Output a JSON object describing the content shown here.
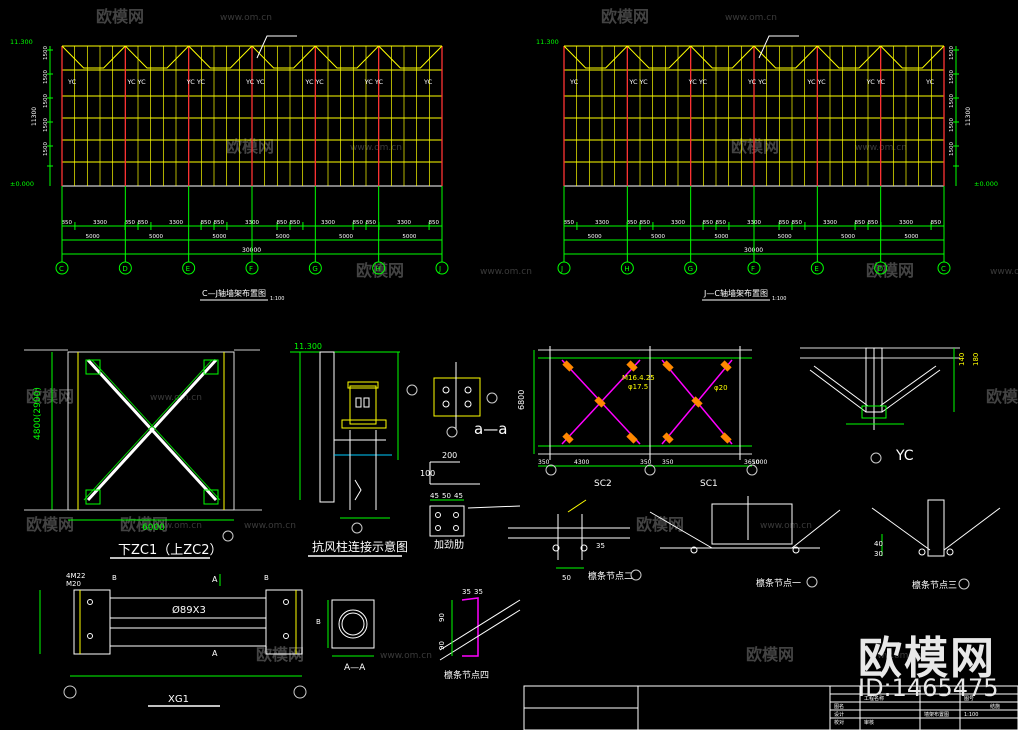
{
  "watermark": {
    "brand": "欧模网",
    "url": "www.om.cn",
    "id": "ID:1465475"
  },
  "top_left": {
    "elev_top": "11.300",
    "elev_bottom": "±0.000",
    "yc_labels": [
      "YC",
      "YC YC",
      "YC YC",
      "YC YC",
      "YC YC",
      "YC YC",
      "YC"
    ],
    "left_dims": [
      "1500",
      "1500",
      "1500",
      "1500",
      "1500"
    ],
    "overall_dim": "11300",
    "spans": [
      "850",
      "3300",
      "850",
      "850",
      "3300",
      "850",
      "850",
      "3300",
      "850",
      "850",
      "3300",
      "850",
      "850",
      "3300",
      "850"
    ],
    "bays": [
      "5000",
      "5000",
      "5000",
      "5000",
      "5000",
      "5000"
    ],
    "total": "30000",
    "grid": [
      "C",
      "D",
      "E",
      "F",
      "G",
      "H",
      "J"
    ],
    "title": "C—J轴墙架布置图",
    "scale": "1:100"
  },
  "top_right": {
    "elev_top": "11.300",
    "elev_bottom": "±0.000",
    "yc_labels": [
      "YC",
      "YC YC",
      "YC YC",
      "YC YC",
      "YC YC",
      "YC YC",
      "YC"
    ],
    "right_dims": [
      "1500",
      "1500",
      "1500",
      "1500",
      "1500"
    ],
    "overall_dim": "11300",
    "spans": [
      "850",
      "3300",
      "850",
      "850",
      "3300",
      "850",
      "850",
      "3300",
      "850",
      "850",
      "3300",
      "850",
      "850",
      "3300",
      "850"
    ],
    "bays": [
      "5000",
      "5000",
      "5000",
      "5000",
      "5000",
      "5000"
    ],
    "total": "30000",
    "grid": [
      "J",
      "H",
      "G",
      "F",
      "E",
      "D",
      "C"
    ],
    "title": "J—C轴墙架布置图",
    "scale": "1:100"
  },
  "details": {
    "zc": {
      "height": "4800(2900)",
      "width": "6000",
      "title": "下ZC1（上ZC2）"
    },
    "kf": {
      "elev": "11.300",
      "title": "抗风柱连接示意图"
    },
    "aa": {
      "label": "a—a",
      "dim": "200",
      "dim2": "100"
    },
    "plate": {
      "dims": [
        "45",
        "50",
        "45"
      ],
      "title": "加劲肋"
    },
    "brace": {
      "h": "6800",
      "spec": "M16.4.25",
      "rod": "φ17.5",
      "rod2": "φ20",
      "dims": [
        "350",
        "4300",
        "350",
        "350",
        "3650",
        "1000"
      ],
      "labels": [
        "SC2",
        "SC1"
      ]
    },
    "yc": {
      "label": "YC",
      "dims": [
        "140",
        "180"
      ]
    },
    "lt2": {
      "dims": [
        "50",
        "35"
      ],
      "title": "檩条节点二"
    },
    "lt1": {
      "title": "檩条节点一"
    },
    "lt3": {
      "dims": [
        "40",
        "30"
      ],
      "title": "檩条节点三"
    },
    "xg": {
      "pipe": "Ø89X3",
      "bolt": "4M22",
      "bolt2": "M20",
      "marks": [
        "B",
        "B"
      ],
      "arrow": "A",
      "title": "XG1"
    },
    "section": {
      "label": "A—A",
      "mark": "B"
    },
    "lt4": {
      "dims": [
        "35",
        "35",
        "90",
        "90"
      ],
      "title": "檩条节点四"
    }
  },
  "title_block": {
    "cells": [
      "工程名称",
      "图名",
      "设计",
      "校对",
      "审核",
      "图号",
      "墙架布置图",
      "1:100",
      "结施"
    ]
  }
}
